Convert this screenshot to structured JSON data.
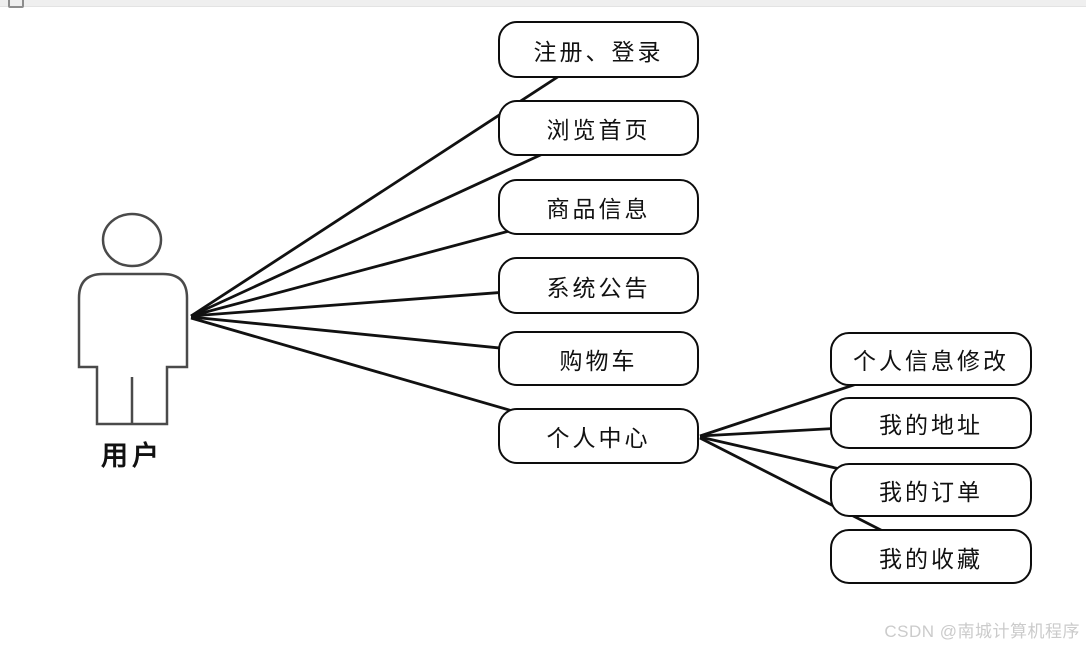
{
  "diagram": {
    "type": "use-case-diagram",
    "actor": {
      "label": "用户"
    },
    "use_cases": [
      {
        "label": "注册、登录"
      },
      {
        "label": "浏览首页"
      },
      {
        "label": "商品信息"
      },
      {
        "label": "系统公告"
      },
      {
        "label": "购物车"
      },
      {
        "label": "个人中心"
      }
    ],
    "sub_use_cases": [
      {
        "label": "个人信息修改"
      },
      {
        "label": "我的地址"
      },
      {
        "label": "我的订单"
      },
      {
        "label": "我的收藏"
      }
    ],
    "connections": [
      {
        "from": "用户",
        "to": "注册、登录"
      },
      {
        "from": "用户",
        "to": "浏览首页"
      },
      {
        "from": "用户",
        "to": "商品信息"
      },
      {
        "from": "用户",
        "to": "系统公告"
      },
      {
        "from": "用户",
        "to": "购物车"
      },
      {
        "from": "用户",
        "to": "个人中心"
      },
      {
        "from": "个人中心",
        "to": "个人信息修改"
      },
      {
        "from": "个人中心",
        "to": "我的地址"
      },
      {
        "from": "个人中心",
        "to": "我的订单"
      },
      {
        "from": "个人中心",
        "to": "我的收藏"
      }
    ],
    "colors": {
      "line": "#111111",
      "bubble_border": "#0d0d0d",
      "actor_stroke": "#4a4a4a",
      "watermark": "#cbcbcb",
      "top_strip": "#efefef"
    }
  },
  "watermark": {
    "text": "CSDN @南城计算机程序"
  }
}
